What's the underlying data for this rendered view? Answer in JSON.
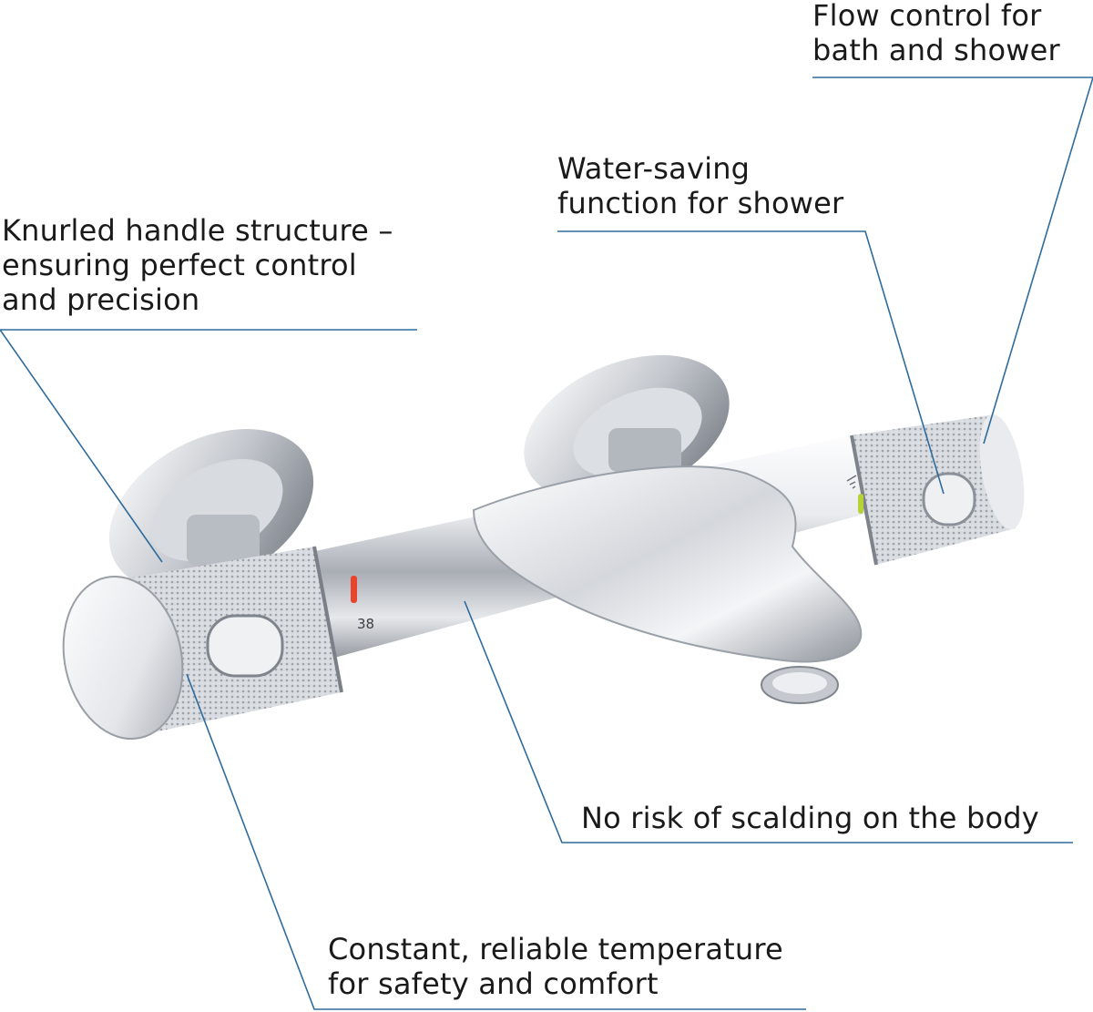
{
  "colors": {
    "leader_line": "#2f6b9c",
    "text": "#1a1a1a",
    "chrome_light": "#f4f5f7",
    "chrome_mid": "#c9ccd2",
    "chrome_dark": "#6e737c",
    "hot_marker": "#e8452c",
    "eco_marker": "#b5d334"
  },
  "icons": [
    "thermostatic-bath-mixer-image",
    "temperature-marker-icon",
    "eco-button-icon",
    "shower-icon"
  ],
  "dial": {
    "temperature": "38"
  },
  "callouts": {
    "flow_control": [
      "Flow control for",
      "bath and shower"
    ],
    "water_saving": [
      "Water-saving",
      "function for shower"
    ],
    "knurled_handle": [
      "Knurled handle structure –",
      "ensuring perfect control",
      "and precision"
    ],
    "no_scalding": [
      "No risk of scalding on the body"
    ],
    "constant_temperature": [
      "Constant, reliable temperature",
      "for safety and comfort"
    ]
  }
}
